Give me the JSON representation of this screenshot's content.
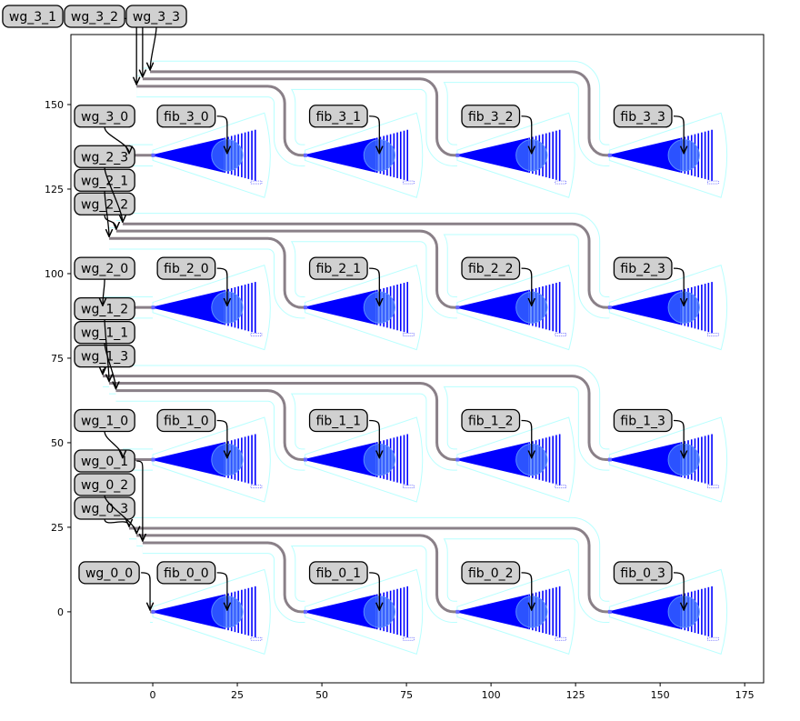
{
  "axes": {
    "xlim": [
      -24.2,
      180.6
    ],
    "ylim": [
      -21,
      170.7
    ],
    "xticks": [
      0,
      25,
      50,
      75,
      100,
      125,
      150,
      175
    ],
    "yticks": [
      0,
      25,
      50,
      75,
      100,
      125,
      150
    ]
  },
  "colors": {
    "waveguide": "#8a8088",
    "cladding": "#b8ffff",
    "grating": "#0000ff",
    "fiber_circle": "#3a6dff",
    "label_fill": "#d0d0d0",
    "axis": "#000000"
  },
  "layout": {
    "column_pitch": 45,
    "columns": 4,
    "bend_radius": 5
  },
  "rows": [
    {
      "y": 0,
      "stub_label": "wg_0_0",
      "stub_x0": -0.8,
      "routes": [
        {
          "label": "wg_0_3",
          "col": 3,
          "x0": -7.0,
          "dy": 24.7
        },
        {
          "label": "wg_0_2",
          "col": 2,
          "x0": -4.8,
          "dy": 22.6
        },
        {
          "label": "wg_0_1",
          "col": 1,
          "x0": -3.0,
          "dy": 20.4
        }
      ],
      "fibers": [
        "fib_0_0",
        "fib_0_1",
        "fib_0_2",
        "fib_0_3"
      ]
    },
    {
      "y": 45,
      "stub_label": "wg_1_0",
      "stub_x0": -8.9,
      "routes": [
        {
          "label": "wg_1_3",
          "col": 3,
          "x0": -14.8,
          "dy": 24.7
        },
        {
          "label": "wg_1_1",
          "col": 1,
          "x0": -10.9,
          "dy": 20.4
        },
        {
          "label": "wg_1_2",
          "col": 2,
          "x0": -12.9,
          "dy": 22.6
        }
      ],
      "fibers": [
        "fib_1_0",
        "fib_1_1",
        "fib_1_2",
        "fib_1_3"
      ]
    },
    {
      "y": 90,
      "stub_label": "wg_2_0",
      "stub_x0": -14.8,
      "routes": [
        {
          "label": "wg_2_2",
          "col": 2,
          "x0": -10.8,
          "dy": 22.6
        },
        {
          "label": "wg_2_1",
          "col": 1,
          "x0": -12.9,
          "dy": 20.4
        },
        {
          "label": "wg_2_3",
          "col": 3,
          "x0": -8.9,
          "dy": 24.7
        }
      ],
      "fibers": [
        "fib_2_0",
        "fib_2_1",
        "fib_2_2",
        "fib_2_3"
      ]
    },
    {
      "y": 135,
      "stub_label": "wg_3_0",
      "stub_x0": -7.0,
      "routes": [
        {
          "label": "wg_3_1",
          "col": 1,
          "x0": -4.8,
          "dy": 20.4
        },
        {
          "label": "wg_3_2",
          "col": 2,
          "x0": -3.0,
          "dy": 22.6
        },
        {
          "label": "wg_3_3",
          "col": 3,
          "x0": -0.8,
          "dy": 24.7
        }
      ],
      "fibers": [
        "fib_3_0",
        "fib_3_1",
        "fib_3_2",
        "fib_3_3"
      ]
    }
  ]
}
